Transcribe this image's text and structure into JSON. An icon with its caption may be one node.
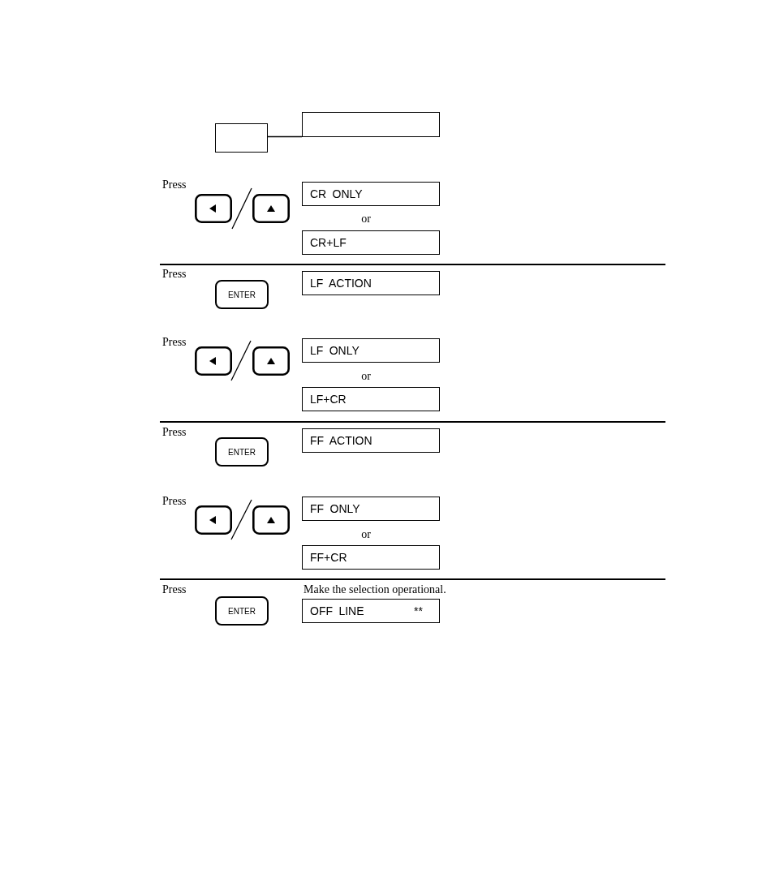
{
  "diagram": {
    "nodes": [
      {
        "text": [],
        "shape": "box"
      },
      {
        "text": [],
        "shape": "box"
      },
      {
        "text": [
          "CR ONLY"
        ]
      },
      {
        "text": [
          "CR+LF"
        ]
      },
      {
        "text": [
          "ENTER"
        ]
      },
      {
        "text": [
          "LF ACTION"
        ]
      },
      {
        "text": [
          "LF ONLY"
        ]
      },
      {
        "text": [
          "LF+CR"
        ]
      },
      {
        "text": [
          "ENTER"
        ]
      },
      {
        "text": [
          "FF ACTION"
        ]
      },
      {
        "text": [
          "FF ONLY"
        ]
      },
      {
        "text": [
          "FF+CR"
        ]
      },
      {
        "text": [
          "ENTER"
        ]
      },
      {
        "text": [
          "OFF LINE",
          "**"
        ]
      }
    ],
    "edges": [
      {
        "from": 0,
        "to": 1,
        "arrow": "none"
      }
    ],
    "labels": [
      "Press",
      "or",
      "Press",
      "Press",
      "or",
      "Press",
      "Press",
      "or",
      "Press",
      "Make the selection operational."
    ]
  }
}
